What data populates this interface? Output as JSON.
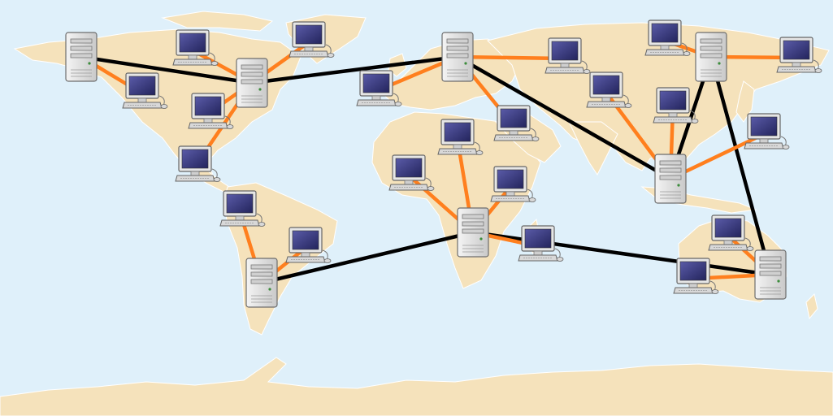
{
  "colors": {
    "ocean": "#dff0fa",
    "land": "#f5e2bb",
    "border": "#ffffff",
    "backbone_link": "#000000",
    "access_link": "#ff7f1e",
    "server_body": "#e2e2e2",
    "monitor_screen": "#2e2f72"
  },
  "icons": {
    "server": "server-icon",
    "computer": "desktop-computer-icon"
  },
  "network": {
    "servers": [
      {
        "id": "s-north-america-west",
        "region": "north-america"
      },
      {
        "id": "s-north-america-east",
        "region": "north-america"
      },
      {
        "id": "s-south-america",
        "region": "south-america"
      },
      {
        "id": "s-europe",
        "region": "europe"
      },
      {
        "id": "s-africa",
        "region": "africa"
      },
      {
        "id": "s-southeast-asia",
        "region": "asia"
      },
      {
        "id": "s-east-asia",
        "region": "asia"
      },
      {
        "id": "s-australia",
        "region": "oceania"
      }
    ],
    "computers": [
      {
        "id": "c-canada-west"
      },
      {
        "id": "c-usa-west"
      },
      {
        "id": "c-greenland"
      },
      {
        "id": "c-usa-central"
      },
      {
        "id": "c-mexico"
      },
      {
        "id": "c-colombia"
      },
      {
        "id": "c-brazil"
      },
      {
        "id": "c-uk"
      },
      {
        "id": "c-west-africa"
      },
      {
        "id": "c-sahara"
      },
      {
        "id": "c-middle-east"
      },
      {
        "id": "c-east-africa"
      },
      {
        "id": "c-madagascar"
      },
      {
        "id": "c-russia-west"
      },
      {
        "id": "c-central-asia"
      },
      {
        "id": "c-china"
      },
      {
        "id": "c-siberia"
      },
      {
        "id": "c-far-east-russia"
      },
      {
        "id": "c-japan"
      },
      {
        "id": "c-australia-north"
      },
      {
        "id": "c-australia-west"
      }
    ],
    "backbone_links": [
      [
        "s-north-america-west",
        "s-north-america-east"
      ],
      [
        "s-north-america-east",
        "s-europe"
      ],
      [
        "s-europe",
        "s-southeast-asia"
      ],
      [
        "s-southeast-asia",
        "s-east-asia"
      ],
      [
        "s-east-asia",
        "s-australia"
      ],
      [
        "s-south-america",
        "s-africa"
      ],
      [
        "s-africa",
        "s-australia"
      ]
    ],
    "access_links": [
      [
        "s-north-america-west",
        "c-usa-west"
      ],
      [
        "s-north-america-east",
        "c-canada-west"
      ],
      [
        "s-north-america-east",
        "c-greenland"
      ],
      [
        "s-north-america-east",
        "c-usa-central"
      ],
      [
        "s-north-america-east",
        "c-mexico"
      ],
      [
        "s-south-america",
        "c-colombia"
      ],
      [
        "s-south-america",
        "c-brazil"
      ],
      [
        "s-europe",
        "c-uk"
      ],
      [
        "s-europe",
        "c-russia-west"
      ],
      [
        "s-europe",
        "c-middle-east"
      ],
      [
        "s-africa",
        "c-west-africa"
      ],
      [
        "s-africa",
        "c-sahara"
      ],
      [
        "s-africa",
        "c-east-africa"
      ],
      [
        "s-africa",
        "c-madagascar"
      ],
      [
        "s-southeast-asia",
        "c-central-asia"
      ],
      [
        "s-southeast-asia",
        "c-china"
      ],
      [
        "s-southeast-asia",
        "c-japan"
      ],
      [
        "s-east-asia",
        "c-siberia"
      ],
      [
        "s-east-asia",
        "c-far-east-russia"
      ],
      [
        "s-australia",
        "c-australia-north"
      ],
      [
        "s-australia",
        "c-australia-west"
      ]
    ]
  }
}
